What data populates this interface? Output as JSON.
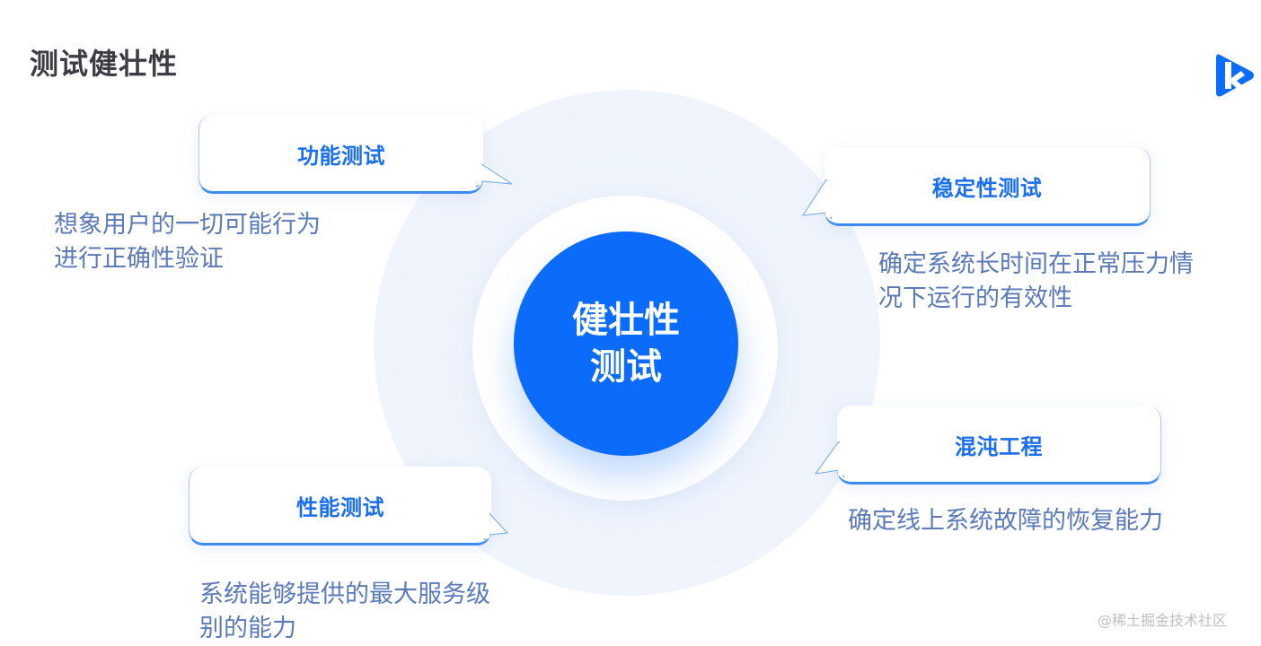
{
  "page": {
    "title": "测试健壮性"
  },
  "logo": {
    "icon": "k-play-logo-icon",
    "color": "#0b6cfb"
  },
  "center": {
    "label": "健壮性\n测试",
    "color": "#0b6cfb"
  },
  "nodes": [
    {
      "title": "功能测试",
      "description": "想象用户的一切可能行为\n进行正确性验证"
    },
    {
      "title": "稳定性测试",
      "description": "确定系统长时间在正常压力情\n况下运行的有效性"
    },
    {
      "title": "混沌工程",
      "description": "确定线上系统故障的恢复能力"
    },
    {
      "title": "性能测试",
      "description": "系统能够提供的最大服务级\n别的能力"
    }
  ],
  "colors": {
    "title_text": "#3b3d45",
    "bubble_label": "#1a6ef0",
    "description_text": "#5a7ab8",
    "bubble_border": "#3d8bf2"
  },
  "watermark": "@稀土掘金技术社区"
}
